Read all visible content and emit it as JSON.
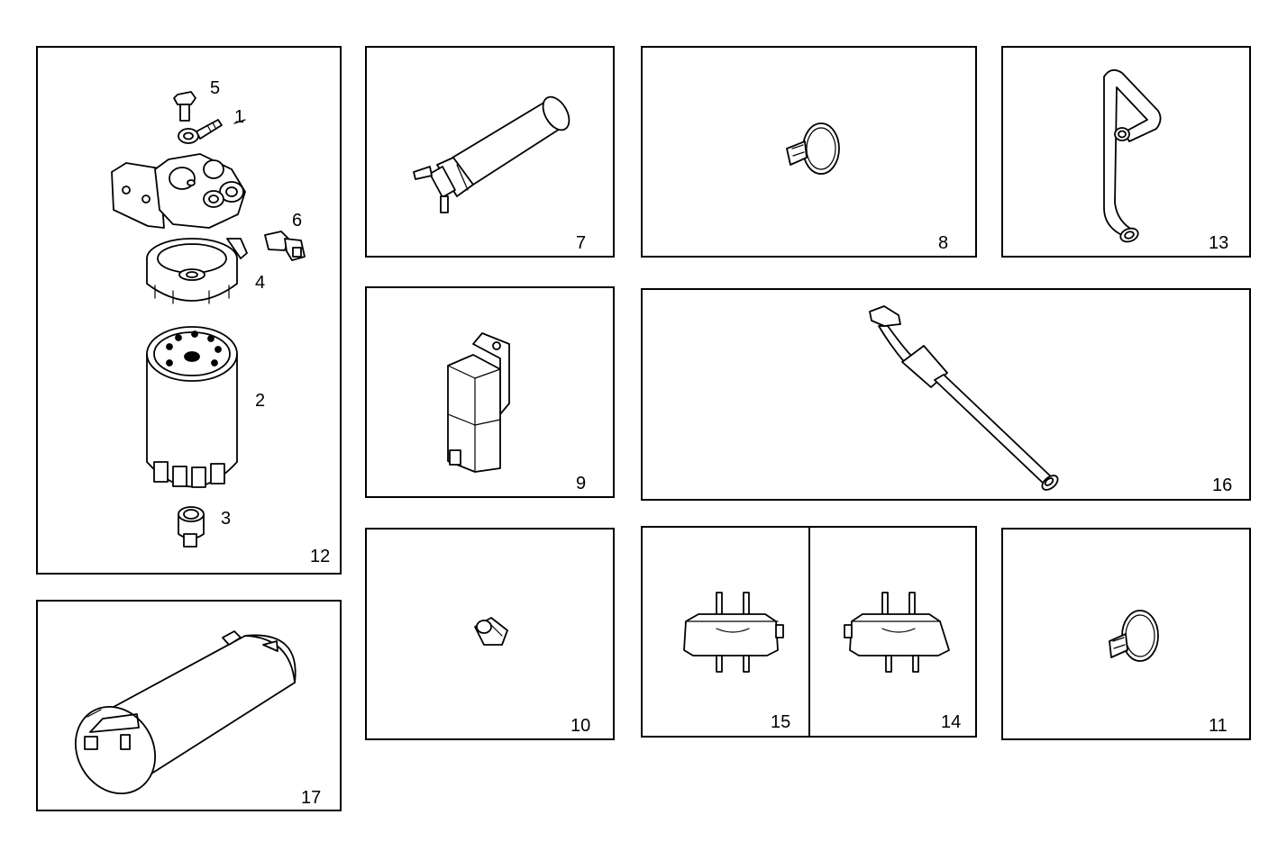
{
  "panels": {
    "p12": {
      "number": "12"
    },
    "p17": {
      "number": "17"
    },
    "p7": {
      "number": "7"
    },
    "p9": {
      "number": "9"
    },
    "p10": {
      "number": "10"
    },
    "p8": {
      "number": "8"
    },
    "p16": {
      "number": "16"
    },
    "p15": {
      "number": "15"
    },
    "p14": {
      "number": "14"
    },
    "p13": {
      "number": "13"
    },
    "p11": {
      "number": "11"
    }
  },
  "callouts": {
    "c1": "1",
    "c2": "2",
    "c3": "3",
    "c4": "4",
    "c5": "5",
    "c6": "6"
  }
}
